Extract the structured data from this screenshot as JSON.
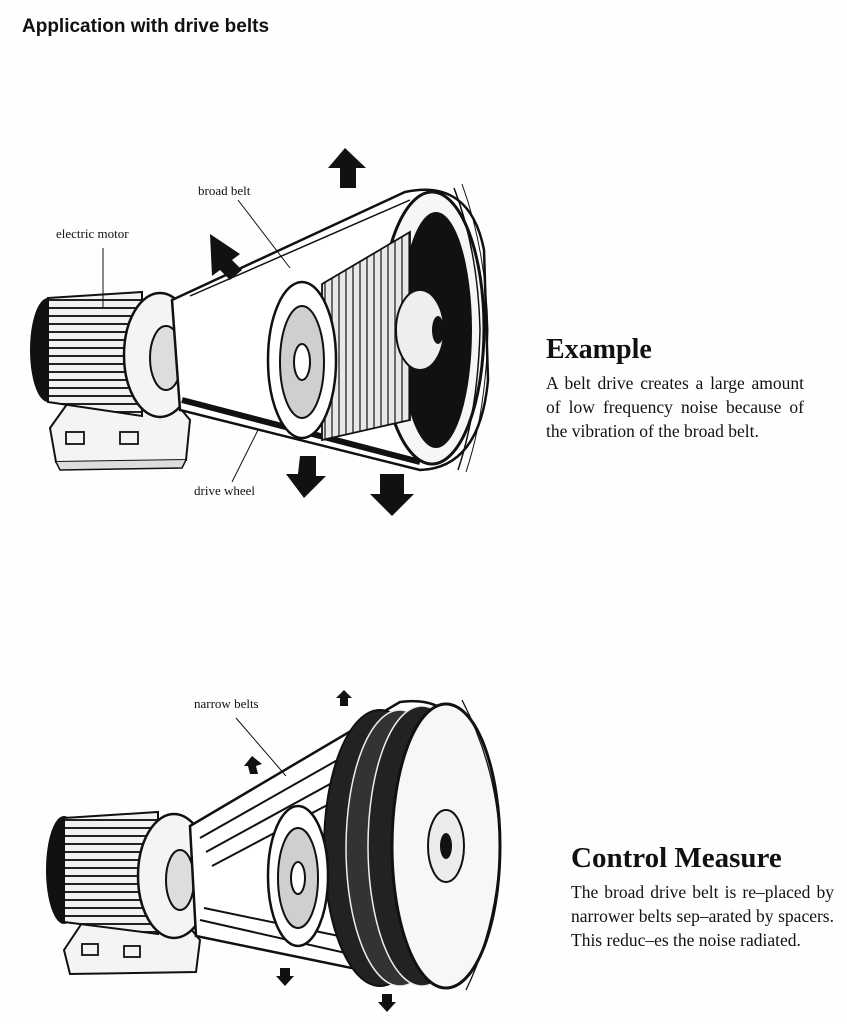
{
  "heading": "Application with drive belts",
  "example": {
    "labels": {
      "broad_belt": "broad belt",
      "electric_motor": "electric motor",
      "drive_wheel": "drive wheel"
    },
    "title": "Example",
    "body": "A belt drive creates a large amount of low frequency noise because of the vibration of the broad belt."
  },
  "control": {
    "labels": {
      "narrow_belts": "narrow belts"
    },
    "title": "Control Measure",
    "body": "The broad drive belt is re–placed by narrower belts sep–arated by spacers. This reduc–es the noise radiated."
  }
}
